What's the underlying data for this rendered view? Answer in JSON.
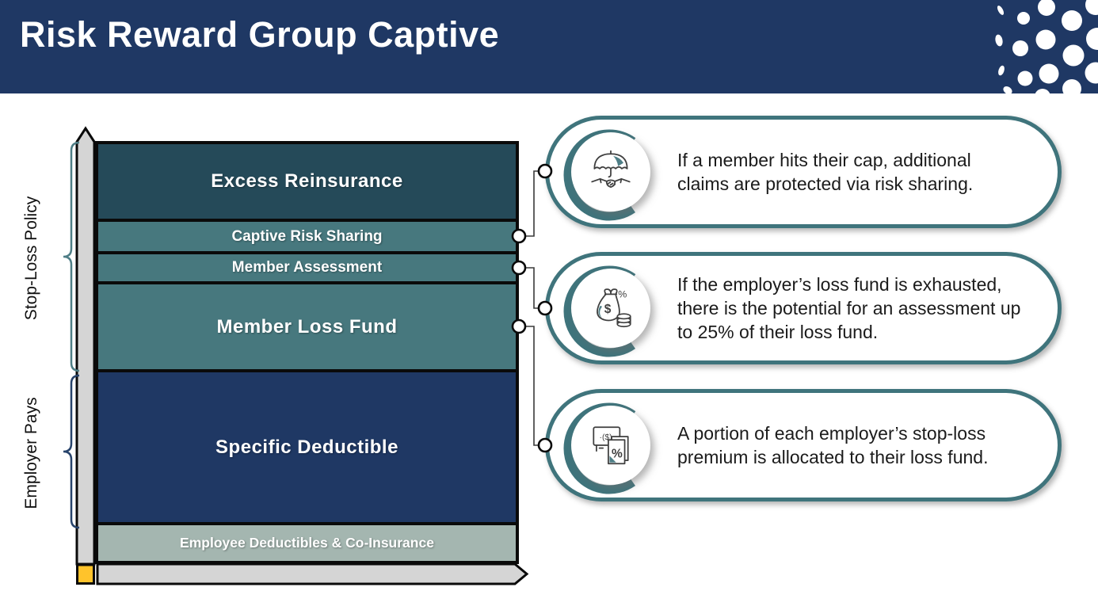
{
  "title": {
    "text": "Risk Reward Group Captive"
  },
  "side_labels": {
    "stop_loss": "Stop-Loss Policy",
    "employer_pays": "Employer Pays"
  },
  "stack": {
    "layers": [
      {
        "label": "Excess Reinsurance",
        "color": "#254A59"
      },
      {
        "label": "Captive Risk Sharing",
        "color": "#47787E"
      },
      {
        "label": "Member Assessment",
        "color": "#47787E"
      },
      {
        "label": "Member Loss Fund",
        "color": "#47787E"
      },
      {
        "label": "Specific Deductible",
        "color": "#1F3864"
      },
      {
        "label": "Employee Deductibles & Co-Insurance",
        "color": "#A4B6B0"
      }
    ]
  },
  "callouts": [
    {
      "icon": "umbrella-handshake-icon",
      "lines": [
        "If a member hits their cap, additional",
        "claims are protected via risk sharing."
      ]
    },
    {
      "icon": "money-bag-percent-icon",
      "lines": [
        "If the employer’s loss fund is exhausted,",
        "there is the potential for an assessment up",
        "to 25% of their loss fund."
      ]
    },
    {
      "icon": "invoices-percent-icon",
      "lines": [
        "A portion of each employer’s stop-loss",
        "premium is allocated to their loss fund."
      ]
    }
  ],
  "icon_glyphs": {
    "percent": "%",
    "dollar": "$",
    "paren_dollar": "·($)·"
  },
  "colors": {
    "header_navy": "#1F3864",
    "dark_teal": "#254A59",
    "teal": "#47787E",
    "sage": "#A4B6B0",
    "callout_teal": "#3F747C",
    "bracket_teal": "#4E7E86",
    "bracket_navy": "#27436B",
    "arrow_gray": "#D5D5D5",
    "accent_yellow": "#FFC32B"
  }
}
